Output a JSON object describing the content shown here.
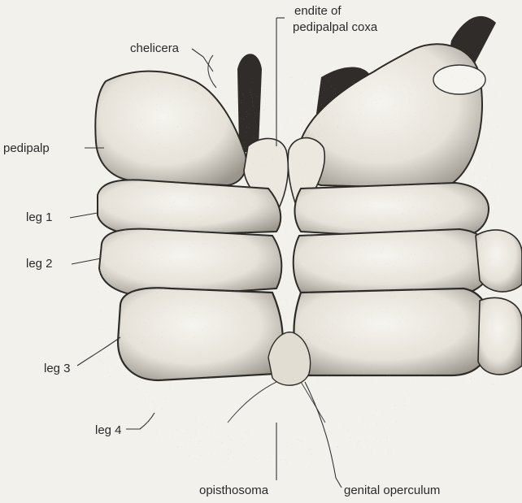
{
  "figure": {
    "labels": {
      "endite": "endite of",
      "endite_line2": "pedipalpal coxa",
      "chelicera": "chelicera",
      "pedipalp": "pedipalp",
      "leg1": "leg 1",
      "leg2": "leg 2",
      "leg3": "leg 3",
      "leg4": "leg 4",
      "opisthosoma": "opisthosoma",
      "genital_operculum": "genital operculum"
    }
  }
}
